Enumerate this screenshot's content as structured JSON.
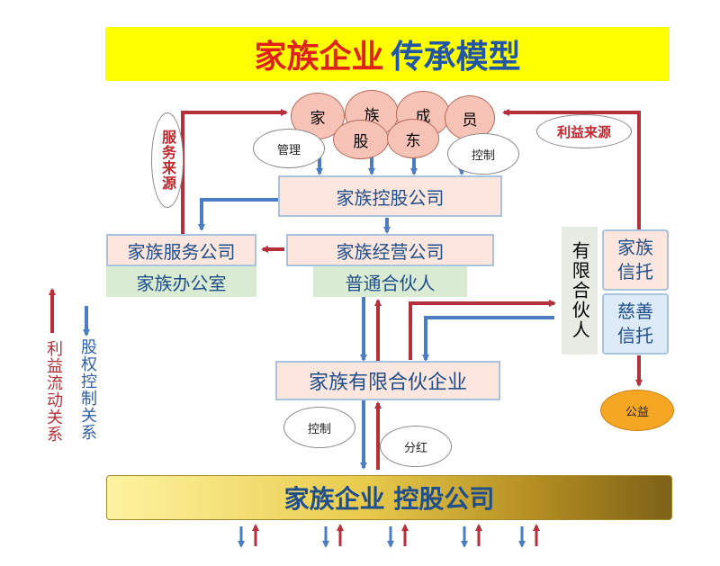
{
  "title": {
    "part1": "家族企业",
    "part2": "传承模型"
  },
  "members": [
    "家",
    "族",
    "成",
    "员",
    "股",
    "东"
  ],
  "ovals": {
    "manage": "管理",
    "control_top": "控制",
    "control_mid": "控制",
    "dividend": "分红",
    "public": "公益"
  },
  "service_source": "服务来源",
  "benefit_source": "利益来源",
  "holding": "家族控股公司",
  "service_company": "家族服务公司",
  "family_office": "家族办公室",
  "operating_company": "家族经营公司",
  "general_partner": "普通合伙人",
  "limited_partner": "有限合伙人",
  "family_trust": "家族信托",
  "charity_trust": "慈善信托",
  "lp_enterprise": "家族有限合伙企业",
  "enterprise_holding": "家族企业 控股公司",
  "legend": {
    "benefit_flow": "利益流动关系",
    "equity_control": "股权控制关系"
  },
  "colors": {
    "red_arrow": "#b5303a",
    "blue_arrow": "#4a7dc4",
    "title_red": "#e0201a",
    "title_blue": "#2155a8",
    "title_bg": "#ffff00"
  }
}
